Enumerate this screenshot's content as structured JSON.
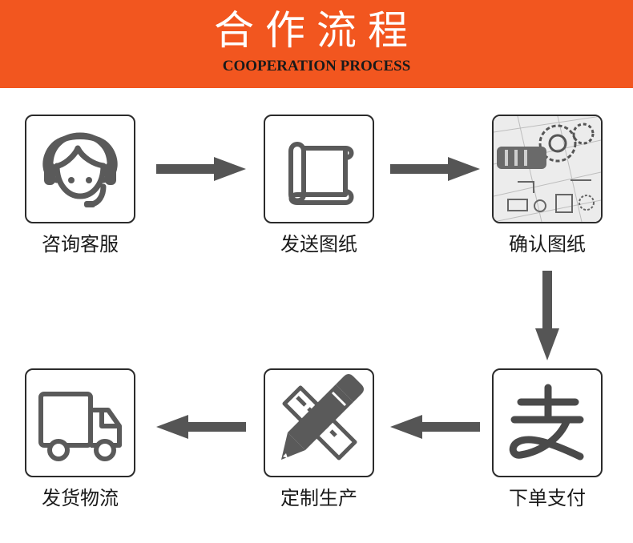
{
  "header": {
    "title": "合作流程",
    "subtitle": "COOPERATION PROCESS"
  },
  "colors": {
    "header_bg": "#f2561f",
    "icon": "#5a5a5a",
    "arrow": "#555555"
  },
  "steps": [
    {
      "label": "咨询客服",
      "icon": "headset-agent-icon"
    },
    {
      "label": "发送图纸",
      "icon": "blueprint-scroll-icon"
    },
    {
      "label": "确认图纸",
      "icon": "gear-drawing-image"
    },
    {
      "label": "下单支付",
      "icon": "alipay-icon"
    },
    {
      "label": "定制生产",
      "icon": "pencil-ruler-icon"
    },
    {
      "label": "发货物流",
      "icon": "delivery-truck-icon"
    }
  ]
}
